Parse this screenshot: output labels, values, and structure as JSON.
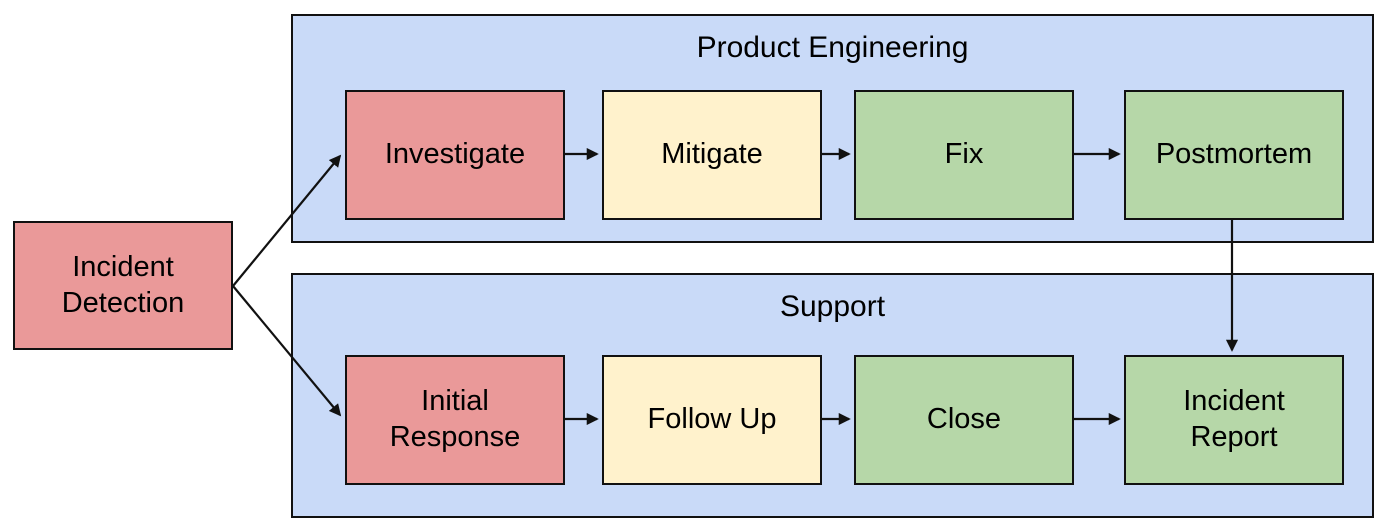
{
  "diagram": {
    "source_node": {
      "id": "incident-detection",
      "label": "Incident Detection",
      "color": "#ea9999"
    },
    "lanes": [
      {
        "id": "product-engineering",
        "label": "Product Engineering",
        "fill": "#c9daf8",
        "nodes": [
          {
            "id": "investigate",
            "label": "Investigate",
            "color": "#ea9999"
          },
          {
            "id": "mitigate",
            "label": "Mitigate",
            "color": "#fff2cc"
          },
          {
            "id": "fix",
            "label": "Fix",
            "color": "#b6d7a8"
          },
          {
            "id": "postmortem",
            "label": "Postmortem",
            "color": "#b6d7a8"
          }
        ]
      },
      {
        "id": "support",
        "label": "Support",
        "fill": "#c9daf8",
        "nodes": [
          {
            "id": "initial-response",
            "label": "Initial Response",
            "color": "#ea9999"
          },
          {
            "id": "follow-up",
            "label": "Follow Up",
            "color": "#fff2cc"
          },
          {
            "id": "close",
            "label": "Close",
            "color": "#b6d7a8"
          },
          {
            "id": "incident-report",
            "label": "Incident Report",
            "color": "#b6d7a8"
          }
        ]
      }
    ],
    "edges": [
      {
        "from": "incident-detection",
        "to": "investigate"
      },
      {
        "from": "incident-detection",
        "to": "initial-response"
      },
      {
        "from": "investigate",
        "to": "mitigate"
      },
      {
        "from": "mitigate",
        "to": "fix"
      },
      {
        "from": "fix",
        "to": "postmortem"
      },
      {
        "from": "postmortem",
        "to": "incident-report"
      },
      {
        "from": "initial-response",
        "to": "follow-up"
      },
      {
        "from": "follow-up",
        "to": "close"
      },
      {
        "from": "close",
        "to": "incident-report"
      }
    ],
    "colors": {
      "node_red": "#ea9999",
      "node_yellow": "#fff2cc",
      "node_green": "#b6d7a8",
      "lane_blue": "#c9daf8",
      "border": "#111111",
      "arrow": "#111111",
      "background": "#ffffff"
    }
  }
}
